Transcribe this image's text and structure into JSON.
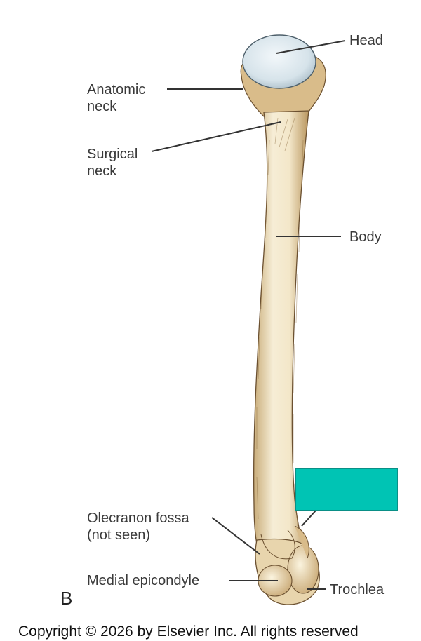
{
  "figure": {
    "panel_letter": "B",
    "copyright": "Copyright © 2026 by Elsevier Inc. All rights reserved",
    "colors": {
      "bone_fill": "#f2e6c9",
      "bone_shadow": "#b89968",
      "head_fill": "#dfe9ef",
      "answer_box": "#00c4b4",
      "leader_line": "#333333"
    }
  },
  "labels": {
    "head": "Head",
    "anatomic_neck_1": "Anatomic",
    "anatomic_neck_2": "neck",
    "surgical_neck_1": "Surgical",
    "surgical_neck_2": "neck",
    "body": "Body",
    "olecranon_1": "Olecranon fossa",
    "olecranon_2": "(not seen)",
    "medial_epicondyle": "Medial epicondyle",
    "trochlea": "Trochlea"
  }
}
